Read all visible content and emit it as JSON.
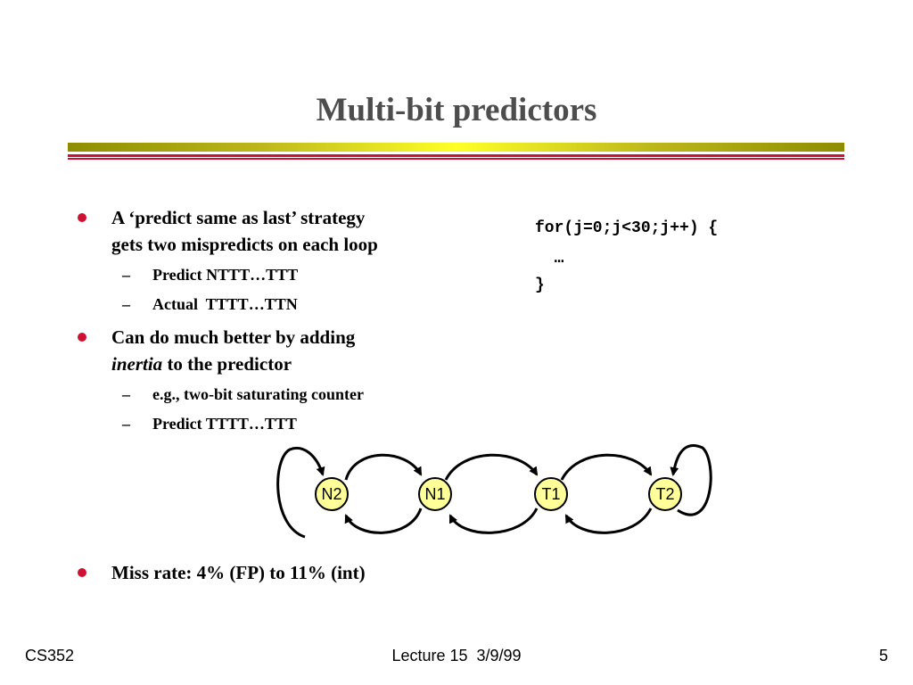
{
  "slide": {
    "title": "Multi-bit predictors",
    "bullets": [
      {
        "lines": [
          "A ‘predict same as last’ strategy",
          "gets two mispredicts on each loop"
        ],
        "subs": [
          {
            "dash": "–",
            "text": "Predict NTTT…TTT"
          },
          {
            "dash": "–",
            "text": "Actual  TTTT…TTN"
          }
        ]
      },
      {
        "line1": "Can do much better by adding",
        "line2_italic": "inertia",
        "line2_rest": " to the predictor",
        "subs": [
          {
            "dash": "–",
            "text": "e.g., two-bit saturating counter"
          },
          {
            "dash": "–",
            "text": "Predict TTTT…TTT"
          }
        ]
      },
      {
        "lines": [
          "Miss rate: 4% (FP) to 11% (int)"
        ]
      }
    ],
    "code": {
      "lines": [
        "for(j=0;j<30;j++) {",
        "  …",
        "}"
      ]
    },
    "diagram": {
      "node_fill": "#ffff99",
      "nodes": [
        "N2",
        "N1",
        "T1",
        "T2"
      ]
    }
  },
  "footer": {
    "left": "CS352",
    "center": "Lecture 15  3/9/99",
    "right": "5"
  },
  "colors": {
    "title": "#4d4d4d",
    "accent_red": "#cc1133",
    "accent_gold": "#bcb81b"
  }
}
